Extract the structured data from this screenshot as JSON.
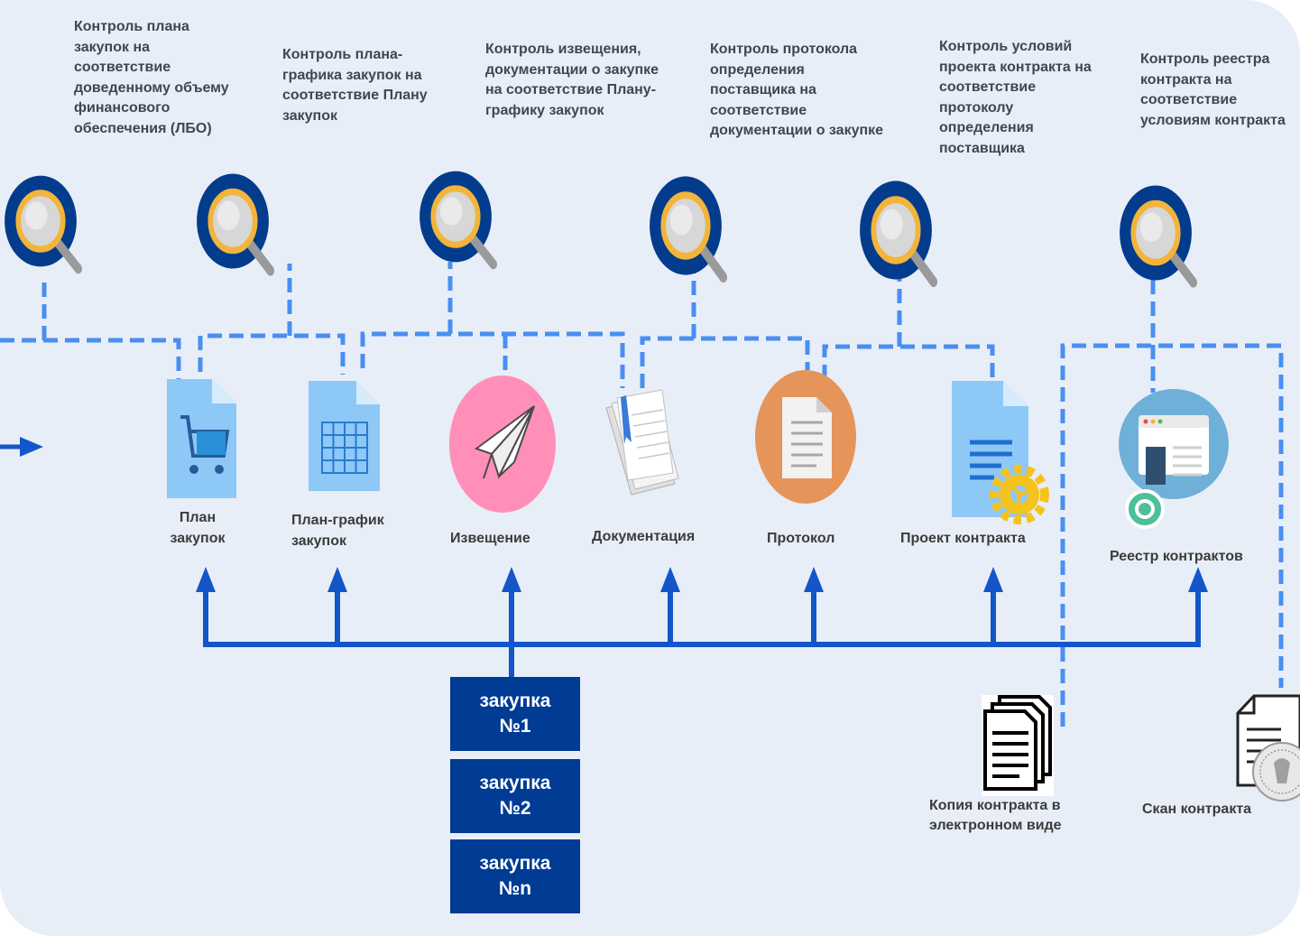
{
  "controls": [
    {
      "id": "c1",
      "text": "Контроль плана закупок на соответствие доведенному объему финансового обеспечения (ЛБО)",
      "icon": "magnifier-icon"
    },
    {
      "id": "c2",
      "text": "Контроль плана-графика закупок на соответствие Плану закупок",
      "icon": "magnifier-icon"
    },
    {
      "id": "c3",
      "text": "Контроль извещения, документации о закупке на соответствие Плану-графику закупок",
      "icon": "magnifier-icon"
    },
    {
      "id": "c4",
      "text": "Контроль протокола определения поставщика на соответствие документации о закупке",
      "icon": "magnifier-icon"
    },
    {
      "id": "c5",
      "text": "Контроль условий проекта контракта на соответствие протоколу определения поставщика",
      "icon": "magnifier-icon"
    },
    {
      "id": "c6",
      "text": "Контроль реестра контракта на соответствие условиям контракта",
      "icon": "magnifier-icon"
    }
  ],
  "stages": [
    {
      "label": "План закупок",
      "icon": "shopping-cart-document-icon"
    },
    {
      "label": "План-график закупок",
      "icon": "spreadsheet-document-icon"
    },
    {
      "label": "Извещение",
      "icon": "paper-plane-icon"
    },
    {
      "label": "Документация",
      "icon": "document-stack-icon"
    },
    {
      "label": "Протокол",
      "icon": "protocol-document-icon"
    },
    {
      "label": "Проект контракта",
      "icon": "document-gear-icon"
    },
    {
      "label": "Реестр контрактов",
      "icon": "registry-window-icon"
    }
  ],
  "purchases": [
    {
      "label": "закупка №1"
    },
    {
      "label": "закупка №2"
    },
    {
      "label": "закупка №n"
    }
  ],
  "documents": [
    {
      "label": "Копия контракта в электронном виде",
      "icon": "contract-copies-icon"
    },
    {
      "label": "Скан контракта",
      "icon": "scanned-contract-icon"
    }
  ],
  "colors": {
    "background": "#e8eef8",
    "dashed_line": "#4a8ff0",
    "solid_arrow": "#1256c9",
    "magnifier_circle": "#033c8c",
    "magnifier_ring": "#f2b43a",
    "purchase_box": "#003b94"
  }
}
